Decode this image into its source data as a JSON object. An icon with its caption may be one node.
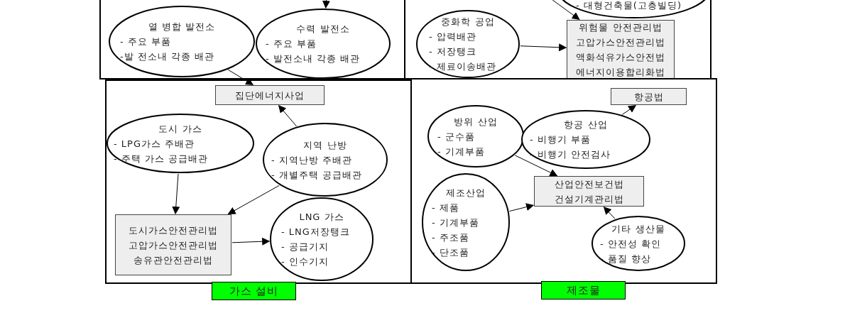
{
  "diagram": {
    "nodes": [
      {
        "text": [],
        "shape": "box"
      },
      {
        "text": [
          "열 병합 발전소",
          "- 주요 부품",
          "-발 전소내 각종 배관"
        ],
        "in": 0
      },
      {
        "text": [
          "수력 발전소",
          "- 주요 부품",
          "- 발전소내 각종 배관"
        ],
        "in": 0
      },
      {
        "text": [],
        "shape": "box"
      },
      {
        "text": [
          "- 대형건축물(고층빌딩)"
        ],
        "in": 3
      },
      {
        "text": [
          "중화학 공업",
          "- 압력배관",
          "- 저장탱크",
          "- 제료이송배관"
        ],
        "in": 3
      },
      {
        "text": [
          "위험물 안전관리법",
          "고압가스안전관리법",
          "액화석유가스안전법",
          "에너지이용합리화법"
        ],
        "in": 3
      },
      {
        "text": [],
        "shape": "box"
      },
      {
        "text": [
          "집단에너지사업"
        ],
        "in": 7
      },
      {
        "text": [
          "도시 가스",
          "- LPG가스 주배관",
          "- 주택 가스 공급배관"
        ],
        "in": 7
      },
      {
        "text": [
          "지역 난방",
          "- 지역난방 주배관",
          "- 개별주택 공급배관"
        ],
        "in": 7
      },
      {
        "text": [
          "도시가스안전관리법",
          "고압가스안전관리법",
          "송유관안전관리법"
        ],
        "in": 7
      },
      {
        "text": [
          "LNG 가스",
          "- LNG저장탱크",
          "- 공급기지",
          "- 인수기지"
        ],
        "in": 7
      },
      {
        "text": [],
        "shape": "box"
      },
      {
        "text": [
          "항공법"
        ],
        "in": 13
      },
      {
        "text": [
          "방위 산업",
          "- 군수품",
          "- 기계부품"
        ],
        "in": 13
      },
      {
        "text": [
          "항공 산업",
          "- 비행기 부품",
          "- 비행기 안전검사"
        ],
        "in": 13
      },
      {
        "text": [
          "산업안전보건법",
          "건설기계관리법"
        ],
        "in": 13
      },
      {
        "text": [
          "제조산업",
          "- 제품",
          "- 기계부품",
          "- 주조품",
          "- 단조품"
        ],
        "in": 13
      },
      {
        "text": [
          "기타 생산물",
          "- 안전성 확인",
          "- 품질 향상"
        ],
        "in": 13
      },
      {
        "text": [
          "가스 설비"
        ]
      },
      {
        "text": [
          "제조물"
        ]
      }
    ],
    "edges": [
      {
        "from": null,
        "to": 2,
        "arrow": "to"
      },
      {
        "from": 1,
        "to": 8,
        "arrow": "to"
      },
      {
        "from": null,
        "to": 6,
        "arrow": "to"
      },
      {
        "from": 5,
        "to": 6,
        "arrow": "to"
      },
      {
        "from": 10,
        "to": 8,
        "arrow": "to"
      },
      {
        "from": 10,
        "to": 11,
        "arrow": "to"
      },
      {
        "from": 9,
        "to": 11,
        "arrow": "to"
      },
      {
        "from": 11,
        "to": 12,
        "arrow": "to"
      },
      {
        "from": 16,
        "to": 14,
        "arrow": "to"
      },
      {
        "from": 15,
        "to": 17,
        "arrow": "to"
      },
      {
        "from": 18,
        "to": 17,
        "arrow": "to"
      },
      {
        "from": 19,
        "to": 17,
        "arrow": "to"
      }
    ]
  }
}
